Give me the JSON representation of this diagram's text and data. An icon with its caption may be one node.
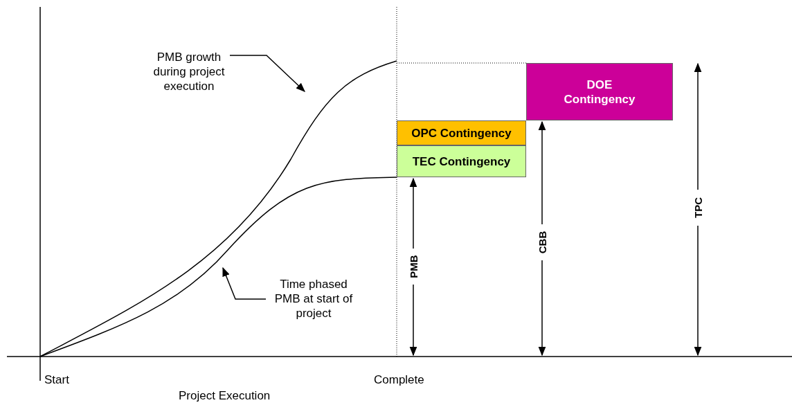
{
  "diagram": {
    "nodes": [
      {
        "text": [
          "PMB growth during project execution"
        ]
      },
      {
        "text": [
          "Time phased PMB at start of project"
        ]
      },
      {
        "text": [
          "OPC Contingency"
        ]
      },
      {
        "text": [
          "TEC Contingency"
        ]
      },
      {
        "text": [
          "DOE Contingency"
        ]
      }
    ],
    "edges": [
      {
        "from": 0,
        "to": null,
        "arrow": "to"
      },
      {
        "from": 1,
        "to": null,
        "arrow": "to"
      }
    ],
    "labels": [
      "PMB",
      "CBB",
      "TPC",
      "Start",
      "Complete",
      "Project Execution"
    ]
  }
}
